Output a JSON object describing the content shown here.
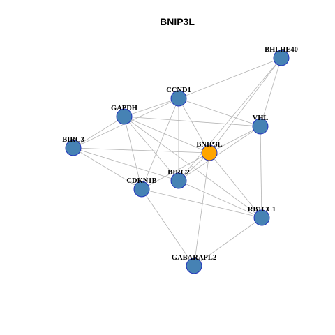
{
  "title": "BNIP3L",
  "colors": {
    "node_default": "#4682b4",
    "node_focus": "#ffa500",
    "node_border": "#2233bb",
    "edge": "#b3b3b3"
  },
  "nodes": [
    {
      "id": "BHLHE40",
      "label": "BHLHE40",
      "focus": false
    },
    {
      "id": "CCND1",
      "label": "CCND1",
      "focus": false
    },
    {
      "id": "GAPDH",
      "label": "GAPDH",
      "focus": false
    },
    {
      "id": "VHL",
      "label": "VHL",
      "focus": false
    },
    {
      "id": "BIRC3",
      "label": "BIRC3",
      "focus": false
    },
    {
      "id": "BNIP3L",
      "label": "BNIP3L",
      "focus": true
    },
    {
      "id": "BIRC2",
      "label": "BIRC2",
      "focus": false
    },
    {
      "id": "CDKN1B",
      "label": "CDKN1B",
      "focus": false
    },
    {
      "id": "RB1CC1",
      "label": "RB1CC1",
      "focus": false
    },
    {
      "id": "GABARAPL2",
      "label": "GABARAPL2",
      "focus": false
    }
  ],
  "edges": [
    [
      "BHLHE40",
      "CCND1"
    ],
    [
      "BHLHE40",
      "BNIP3L"
    ],
    [
      "BHLHE40",
      "VHL"
    ],
    [
      "BHLHE40",
      "BIRC2"
    ],
    [
      "CCND1",
      "GAPDH"
    ],
    [
      "CCND1",
      "BIRC3"
    ],
    [
      "CCND1",
      "VHL"
    ],
    [
      "CCND1",
      "BNIP3L"
    ],
    [
      "CCND1",
      "BIRC2"
    ],
    [
      "CCND1",
      "CDKN1B"
    ],
    [
      "GAPDH",
      "BIRC3"
    ],
    [
      "GAPDH",
      "VHL"
    ],
    [
      "GAPDH",
      "BNIP3L"
    ],
    [
      "GAPDH",
      "BIRC2"
    ],
    [
      "GAPDH",
      "CDKN1B"
    ],
    [
      "GAPDH",
      "RB1CC1"
    ],
    [
      "BIRC3",
      "BNIP3L"
    ],
    [
      "BIRC3",
      "BIRC2"
    ],
    [
      "BIRC3",
      "CDKN1B"
    ],
    [
      "VHL",
      "BNIP3L"
    ],
    [
      "VHL",
      "BIRC2"
    ],
    [
      "VHL",
      "RB1CC1"
    ],
    [
      "BNIP3L",
      "BIRC2"
    ],
    [
      "BNIP3L",
      "CDKN1B"
    ],
    [
      "BNIP3L",
      "RB1CC1"
    ],
    [
      "BNIP3L",
      "GABARAPL2"
    ],
    [
      "CDKN1B",
      "RB1CC1"
    ],
    [
      "CDKN1B",
      "GABARAPL2"
    ],
    [
      "RB1CC1",
      "GABARAPL2"
    ],
    [
      "BIRC2",
      "RB1CC1"
    ]
  ]
}
